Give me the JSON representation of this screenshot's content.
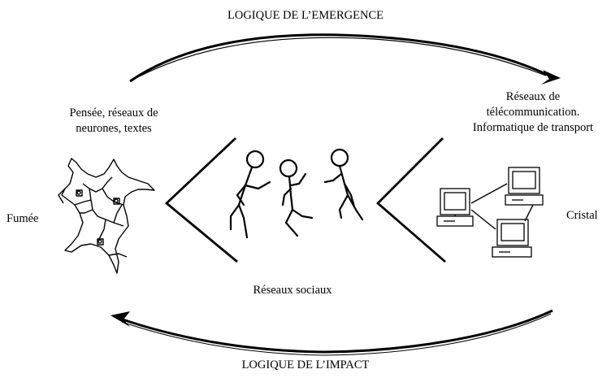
{
  "diagram": {
    "title_top": "LOGIQUE DE L’EMERGENCE",
    "title_bottom": "LOGIQUE DE L’IMPACT",
    "left_label_line1": "Pensée, réseaux de",
    "left_label_line2": "neurones, textes",
    "left_side_label": "Fumée",
    "right_label_line1": "Réseaux de",
    "right_label_line2": "télécommunication.",
    "right_label_line3": "Informatique de transport",
    "right_side_label": "Cristal",
    "center_label": "Réseaux sociaux"
  },
  "icons": {
    "left": "neuron-network-icon",
    "center": "stick-figures-icon",
    "right": "computer-network-icon"
  }
}
